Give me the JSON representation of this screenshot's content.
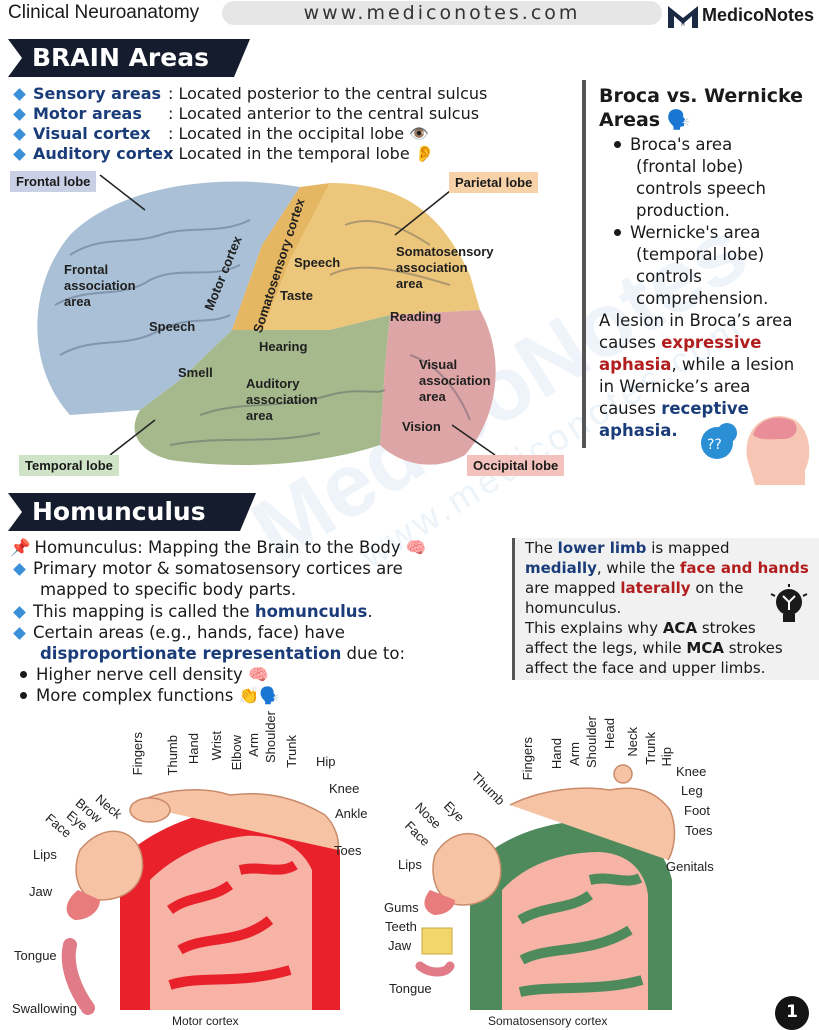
{
  "header": {
    "title": "Clinical Neuroanatomy",
    "url": "www.mediconotes.com",
    "logo_text": "MedicoNotes",
    "logo_m": "M"
  },
  "brain": {
    "banner": "BRAIN Areas",
    "bullets": [
      {
        "term": "Sensory areas",
        "desc": ": Located posterior to the central sulcus"
      },
      {
        "term": "Motor areas",
        "desc": ": Located anterior to the central sulcus"
      },
      {
        "term": "Visual cortex",
        "desc": ": Located in the occipital lobe 👁️"
      },
      {
        "term": "Auditory cortex",
        "desc": ": Located in the temporal lobe 👂"
      }
    ],
    "tags": {
      "frontal": "Frontal lobe",
      "parietal": "Parietal lobe",
      "temporal": "Temporal lobe",
      "occipital": "Occipital lobe"
    },
    "labels": {
      "frontal_assoc": [
        "Frontal",
        "association",
        "area"
      ],
      "motor_cortex": "Motor cortex",
      "somatosensory_cortex": "Somatosensory cortex",
      "speech_top": "Speech",
      "taste": "Taste",
      "soma_assoc": [
        "Somatosensory",
        "association",
        "area"
      ],
      "speech_front": "Speech",
      "reading": "Reading",
      "hearing": "Hearing",
      "smell": "Smell",
      "auditory_assoc": [
        "Auditory",
        "association",
        "area"
      ],
      "visual_assoc": [
        "Visual",
        "association",
        "area"
      ],
      "vision": "Vision"
    },
    "colors": {
      "frontal": "#a9c0d6",
      "parietal": "#ecc67a",
      "temporal": "#a6b98d",
      "occipital": "#dea5a6",
      "motor": "#e6b763"
    }
  },
  "broca": {
    "title": [
      "Broca vs. Wernicke",
      "Areas 🗣️"
    ],
    "items": [
      [
        "Broca's area",
        "(frontal lobe)",
        "controls speech",
        "production."
      ],
      [
        "Wernicke's area",
        "(temporal lobe)",
        "controls",
        "comprehension."
      ]
    ],
    "para": {
      "l1": "A lesion in Broca’s area",
      "l2a": "causes ",
      "l2b": "expressive",
      "l3a": "aphasia",
      "l3b": ", while a lesion",
      "l4": "in Wernicke’s area",
      "l5a": "causes ",
      "l5b": "receptive",
      "l6": "aphasia."
    }
  },
  "homunculus": {
    "banner": "Homunculus",
    "bullets": {
      "b1": "Homunculus: Mapping the Brain to the Body 🧠",
      "b2a": "Primary motor & somatosensory cortices are",
      "b2b": "mapped to specific body parts.",
      "b3a": "This mapping is called the ",
      "b3b": "homunculus",
      "b3c": ".",
      "b4a": "Certain areas (e.g., hands, face) have",
      "b4b": "disproportionate representation",
      "b4c": " due to:",
      "s1": "Higher nerve cell density 🧠",
      "s2": "More complex functions 👏🗣️"
    },
    "box": {
      "l1a": "The ",
      "l1b": "lower limb",
      "l1c": " is mapped",
      "l2a": "medially",
      "l2b": ", while the ",
      "l2c": "face and hands",
      "l3a": "are mapped ",
      "l3b": "laterally",
      "l3c": " on the",
      "l4": "homunculus.",
      "l5a": "This explains why ",
      "l5b": "ACA",
      "l5c": " strokes",
      "l6a": "affect the legs, while ",
      "l6b": "MCA",
      "l6c": " strokes",
      "l7": "affect the face and upper limbs."
    },
    "motor": {
      "caption": "Motor cortex",
      "vertical": [
        "Fingers",
        "Thumb",
        "Hand",
        "Wrist",
        "Elbow",
        "Arm",
        "Shoulder",
        "Trunk"
      ],
      "right": [
        "Hip",
        "Knee",
        "Ankle",
        "Toes"
      ],
      "slanted": [
        "Neck",
        "Brow",
        "Eye",
        "Face"
      ],
      "left": [
        "Lips",
        "Jaw",
        "Tongue",
        "Swallowing"
      ],
      "color": "#e8212b"
    },
    "sensory": {
      "caption": "Somatosensory cortex",
      "vertical": [
        "Fingers",
        "Hand",
        "Arm",
        "Shoulder",
        "Head",
        "Neck",
        "Trunk",
        "Hip"
      ],
      "right": [
        "Knee",
        "Leg",
        "Foot",
        "Toes",
        "Genitals"
      ],
      "slanted": [
        "Thumb",
        "Eye",
        "Nose",
        "Face"
      ],
      "left": [
        "Lips",
        "Gums",
        "Teeth",
        "Jaw",
        "Tongue"
      ],
      "color": "#4f8a5c"
    }
  },
  "page_number": "1",
  "watermark": "MedicoNotes",
  "watermark_url": "www.mediconotes.com"
}
